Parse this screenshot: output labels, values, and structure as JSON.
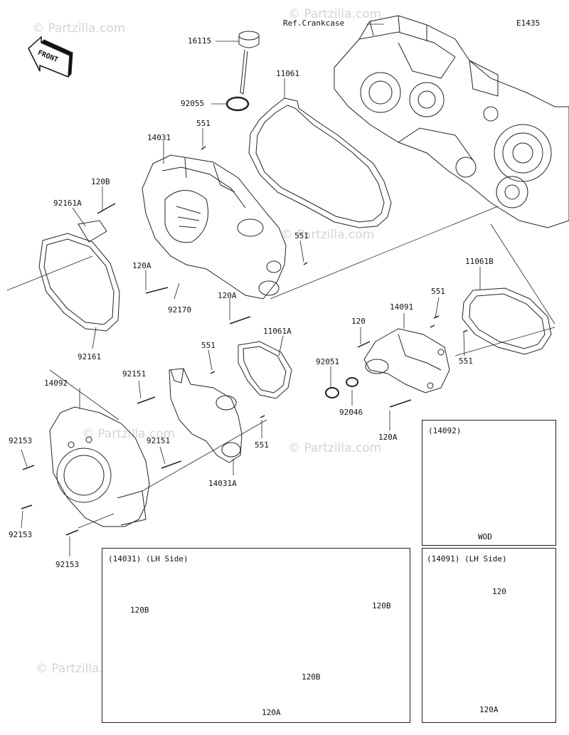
{
  "diagram": {
    "code": "E1435",
    "front_label": "FRONT",
    "watermark": "© Partzilla.com",
    "callouts": [
      "Ref.Crankcase",
      "16115",
      "92055",
      "11061",
      "14031",
      "551",
      "120B",
      "92161A",
      "551",
      "120A",
      "92170",
      "120A",
      "11061B",
      "551",
      "14091",
      "120",
      "551",
      "92051",
      "92046",
      "120A",
      "11061A",
      "551",
      "92151",
      "92161",
      "14092",
      "92153",
      "92151",
      "551",
      "14031A",
      "92153",
      "92153"
    ],
    "insets": [
      {
        "title": "(14092)",
        "caption": "WOD"
      },
      {
        "title": "(14031)  (LH Side)",
        "labels": [
          "120B",
          "120B",
          "120B",
          "120A"
        ]
      },
      {
        "title": "(14091)  (LH Side)",
        "labels": [
          "120",
          "120A"
        ]
      }
    ]
  }
}
